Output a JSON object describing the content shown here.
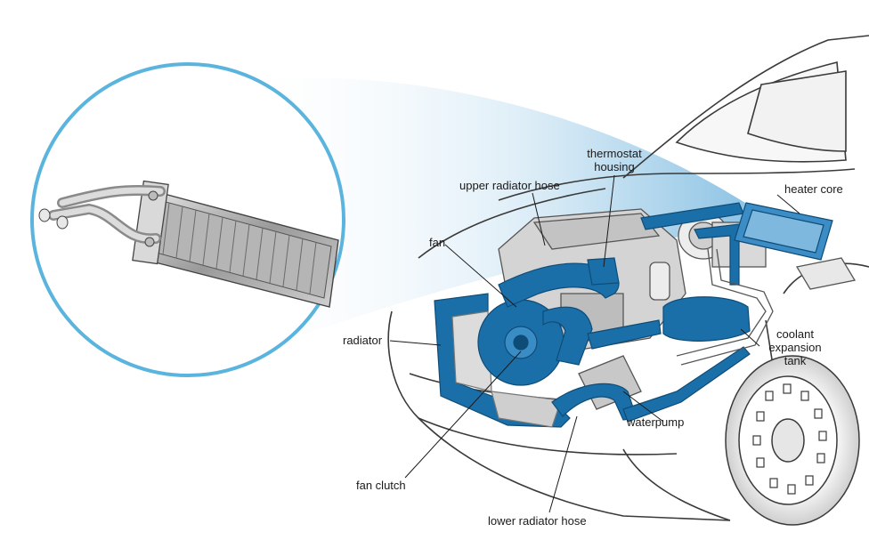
{
  "labels": {
    "thermostat_housing": [
      "thermostat",
      "housing"
    ],
    "upper_radiator_hose": "upper radiator hose",
    "heater_core": "heater core",
    "fan": "fan",
    "radiator": "radiator",
    "coolant_expansion_tank": [
      "coolant",
      "expansion",
      "tank"
    ],
    "waterpump": "waterpump",
    "fan_clutch": "fan clutch",
    "lower_radiator_hose": "lower radiator hose"
  },
  "colors": {
    "coolant_blue": "#1b6fa8",
    "callout_circle": "#5ab4dd",
    "line_art": "#3a3a3a",
    "body_gray": "#d8d8d8"
  }
}
